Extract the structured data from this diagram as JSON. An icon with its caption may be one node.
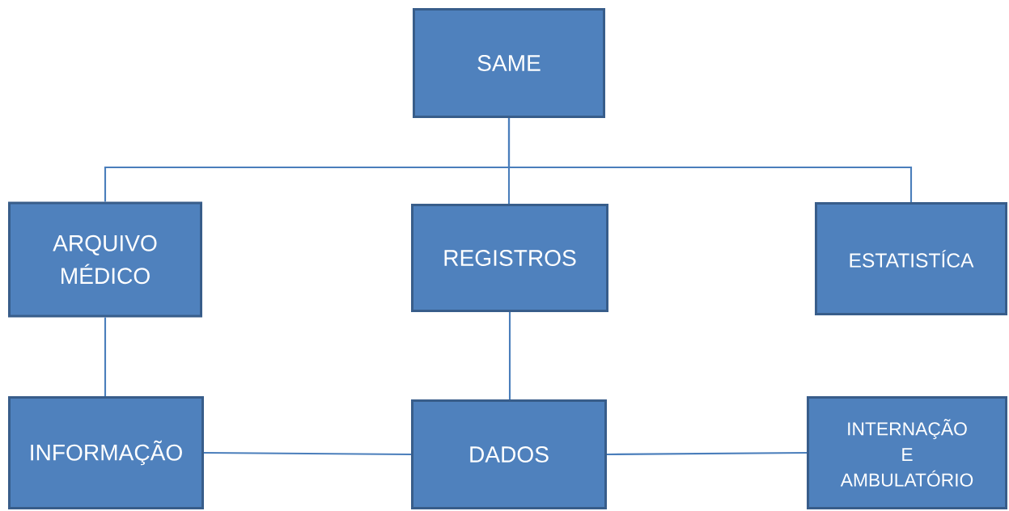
{
  "diagram": {
    "nodes": [
      {
        "text": [
          "SAME"
        ]
      },
      {
        "text": [
          "ARQUIVO MÉDICO"
        ]
      },
      {
        "text": [
          "REGISTROS"
        ]
      },
      {
        "text": [
          "ESTATISTÍCA"
        ]
      },
      {
        "text": [
          "INFORMAÇÃO"
        ]
      },
      {
        "text": [
          "DADOS"
        ]
      },
      {
        "text": [
          "INTERNAÇÃO E AMBULATÓRIO"
        ]
      }
    ],
    "edges": [
      {
        "from": 0,
        "to": 1,
        "arrow": "none"
      },
      {
        "from": 0,
        "to": 2,
        "arrow": "none"
      },
      {
        "from": 0,
        "to": 3,
        "arrow": "none"
      },
      {
        "from": 1,
        "to": 4,
        "arrow": "none"
      },
      {
        "from": 2,
        "to": 5,
        "arrow": "none"
      },
      {
        "from": 4,
        "to": 5,
        "arrow": "none"
      },
      {
        "from": 5,
        "to": 6,
        "arrow": "none"
      }
    ]
  }
}
